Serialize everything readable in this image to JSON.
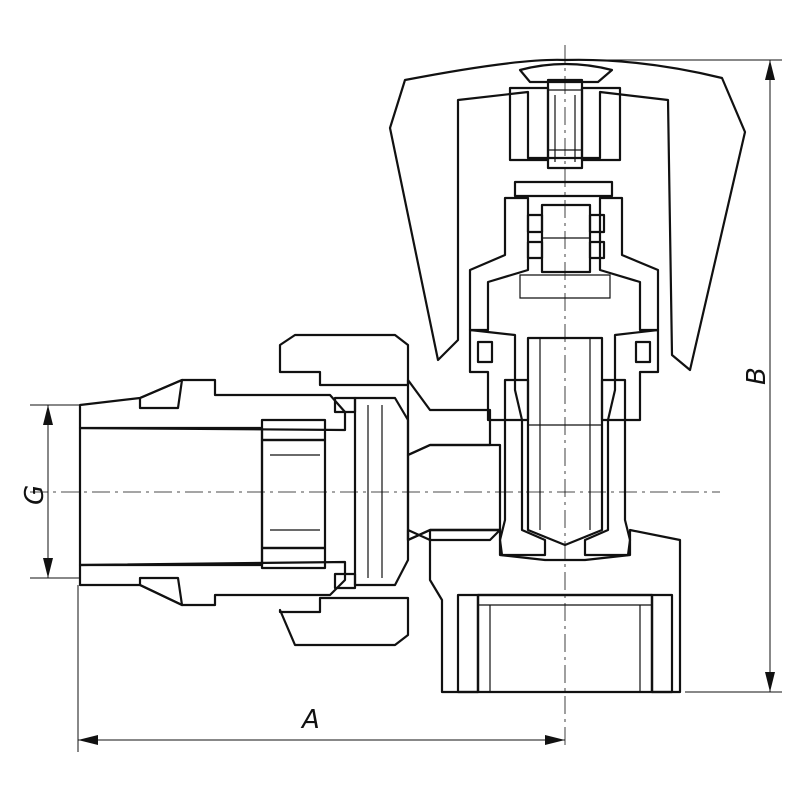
{
  "dimensions": {
    "a_label": "A",
    "b_label": "B",
    "g_label": "G"
  }
}
